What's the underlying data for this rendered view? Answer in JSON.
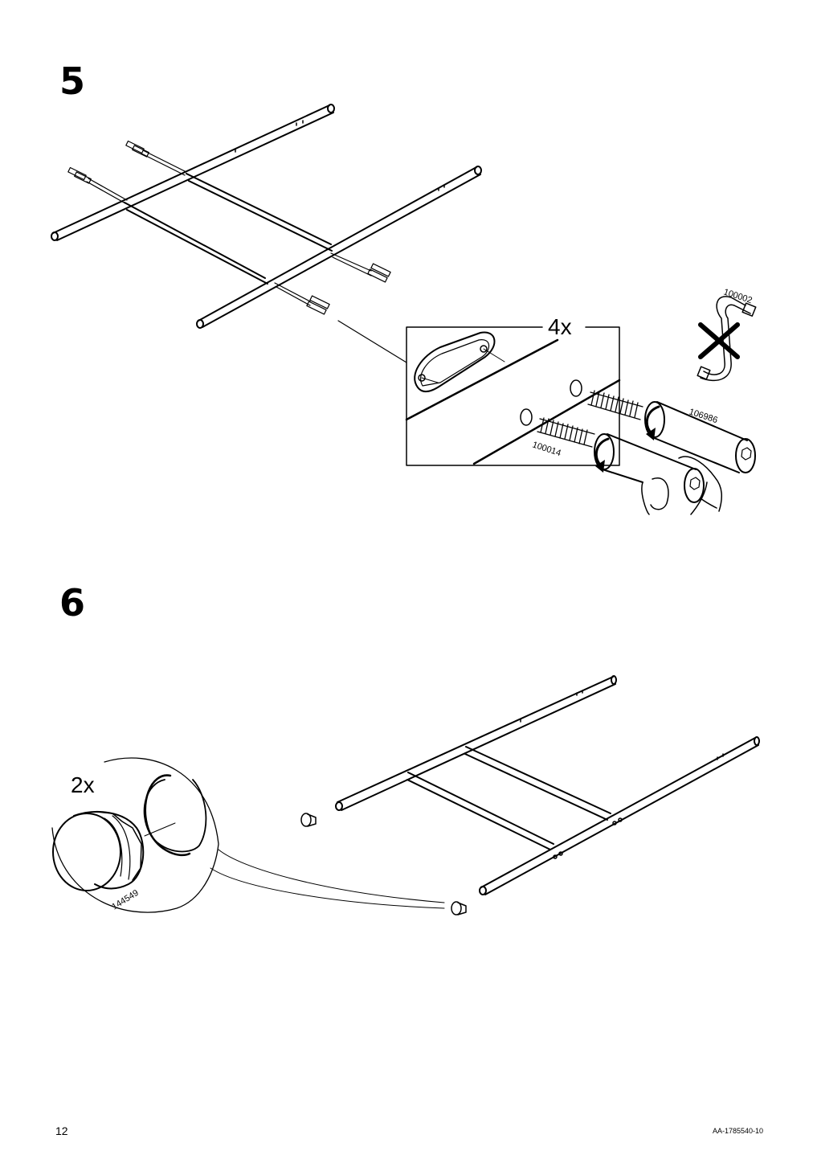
{
  "steps": [
    {
      "number": "5",
      "quantity_callout": "4x",
      "part_numbers": {
        "allen_key": "100002",
        "bolt_tool": "106986",
        "bolt": "100014"
      }
    },
    {
      "number": "6",
      "quantity_callout": "2x",
      "part_numbers": {
        "end_cap": "144549"
      }
    }
  ],
  "footer": {
    "page_number": "12",
    "document_id": "AA-1785540-10"
  },
  "icons": [
    "prohibited-allen-key-icon",
    "rotate-arrow-icon",
    "hand-icon"
  ]
}
